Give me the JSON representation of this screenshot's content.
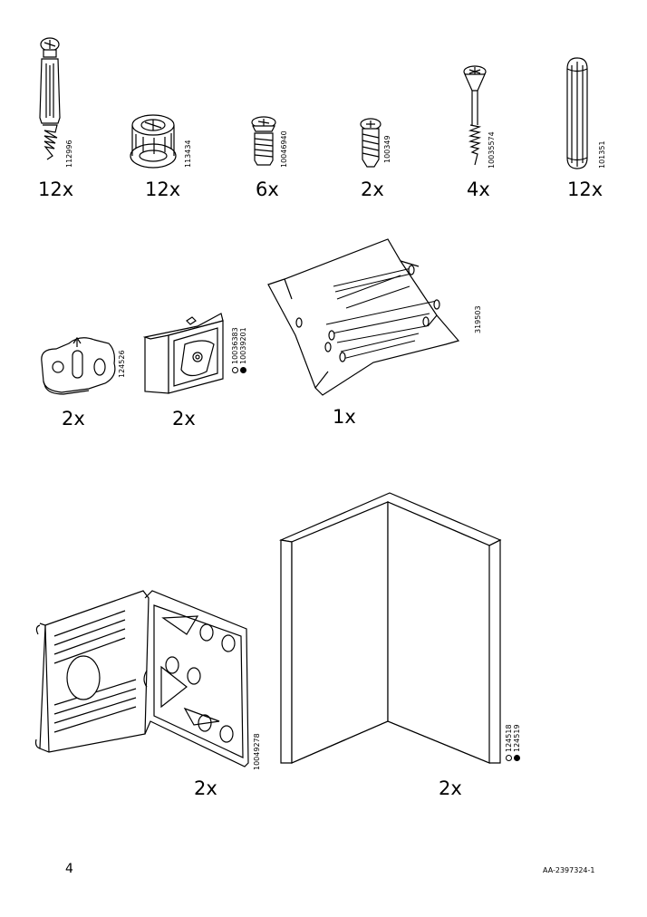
{
  "page": {
    "number": "4",
    "document_id": "AA-2397324-1"
  },
  "parts": [
    {
      "id": "dowel-bolt",
      "code": "112996",
      "qty": "12x"
    },
    {
      "id": "cam-lock",
      "code": "113434",
      "qty": "12x"
    },
    {
      "id": "short-screw",
      "code": "10046940",
      "qty": "6x"
    },
    {
      "id": "small-screw",
      "code": "100349",
      "qty": "2x"
    },
    {
      "id": "long-screw",
      "code": "10035574",
      "qty": "4x"
    },
    {
      "id": "wood-dowel",
      "code": "101351",
      "qty": "12x"
    },
    {
      "id": "wall-clip",
      "code": "124526",
      "qty": "2x"
    },
    {
      "id": "shelf-bracket",
      "code_light": "10036383",
      "code_dark": "10039201",
      "qty": "2x"
    },
    {
      "id": "nail-bag",
      "code": "319503",
      "qty": "1x"
    },
    {
      "id": "metal-bracket",
      "code": "10049278",
      "qty": "2x"
    },
    {
      "id": "corner-panel",
      "code_light": "124518",
      "code_dark": "124519",
      "qty": "2x"
    }
  ]
}
